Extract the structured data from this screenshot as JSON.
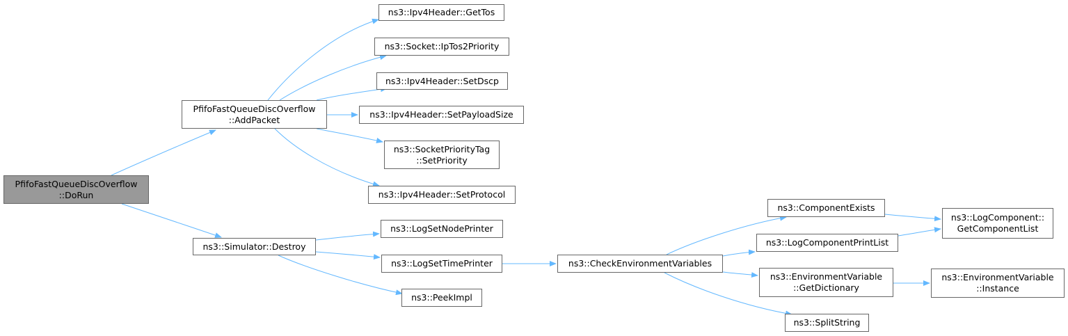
{
  "graph": {
    "edge_color": "#63B8FF",
    "root_fill": "#999999",
    "node_border": "#666666",
    "nodes": {
      "dorun": {
        "line1": "PfifoFastQueueDiscOverflow",
        "line2": "::DoRun"
      },
      "addpacket": {
        "line1": "PfifoFastQueueDiscOverflow",
        "line2": "::AddPacket"
      },
      "gettos": {
        "line1": "ns3::Ipv4Header::GetTos"
      },
      "iptos2priority": {
        "line1": "ns3::Socket::IpTos2Priority"
      },
      "setdscp": {
        "line1": "ns3::Ipv4Header::SetDscp"
      },
      "setpayloadsize": {
        "line1": "ns3::Ipv4Header::SetPayloadSize"
      },
      "setpriority": {
        "line1": "ns3::SocketPriorityTag",
        "line2": "::SetPriority"
      },
      "setprotocol": {
        "line1": "ns3::Ipv4Header::SetProtocol"
      },
      "destroy": {
        "line1": "ns3::Simulator::Destroy"
      },
      "lognodeprinter": {
        "line1": "ns3::LogSetNodePrinter"
      },
      "logtimeprinter": {
        "line1": "ns3::LogSetTimePrinter"
      },
      "peekimpl": {
        "line1": "ns3::PeekImpl"
      },
      "checkenv": {
        "line1": "ns3::CheckEnvironmentVariables"
      },
      "componentexists": {
        "line1": "ns3::ComponentExists"
      },
      "printlist": {
        "line1": "ns3::LogComponentPrintList"
      },
      "getdictionary": {
        "line1": "ns3::EnvironmentVariable",
        "line2": "::GetDictionary"
      },
      "splitstring": {
        "line1": "ns3::SplitString"
      },
      "getcomponentlist": {
        "line1": "ns3::LogComponent::",
        "line2": "GetComponentList"
      },
      "instance": {
        "line1": "ns3::EnvironmentVariable",
        "line2": "::Instance"
      }
    }
  }
}
